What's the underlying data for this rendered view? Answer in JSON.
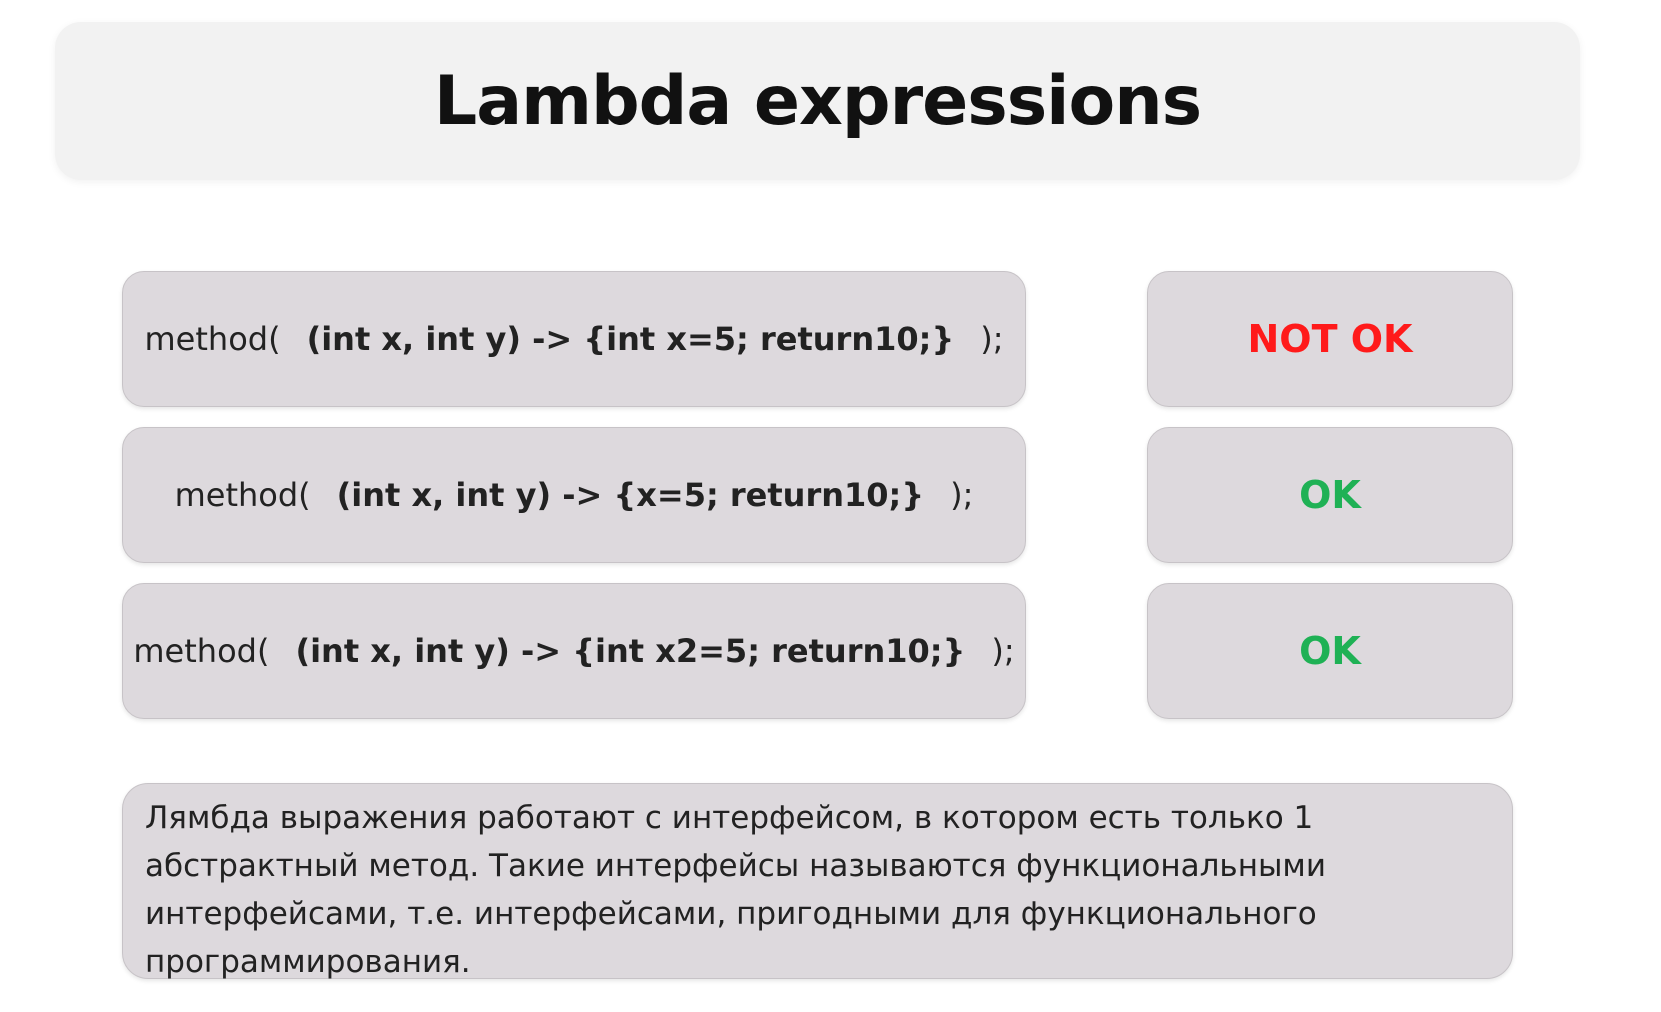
{
  "slide": {
    "title": "Lambda expressions"
  },
  "examples": [
    {
      "call_open": "method(",
      "lambda": "(int x, int y) -> {int x=5; return10;}",
      "call_close": ");",
      "verdict": "NOT OK",
      "verdict_color": "#ff1a1a"
    },
    {
      "call_open": "method(",
      "lambda": "(int x, int y) -> {x=5; return10;}",
      "call_close": ");",
      "verdict": "OK",
      "verdict_color": "#1fb155"
    },
    {
      "call_open": "method(",
      "lambda": "(int x, int y) -> {int x2=5; return10;}",
      "call_close": ");",
      "verdict": "OK",
      "verdict_color": "#1fb155"
    }
  ],
  "note": {
    "text": "Лямбда выражения работают с интерфейсом, в котором есть только 1 абстрактный метод. Такие интерфейсы называются функциональными интерфейсами, т.е. интерфейсами, пригодными для функционального программирования."
  }
}
